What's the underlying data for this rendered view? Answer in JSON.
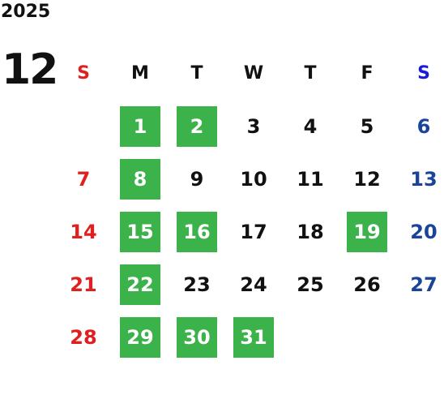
{
  "year": "2025",
  "month": "12",
  "colors": {
    "sunday": "#e02020",
    "saturday": "#1a4499",
    "saturday_header": "#1a1adb",
    "weekday": "#111111",
    "highlight_bg": "#3cb34a",
    "highlight_text": "#ffffff"
  },
  "weekday_headers": [
    "S",
    "M",
    "T",
    "W",
    "T",
    "F",
    "S"
  ],
  "weeks": [
    [
      null,
      {
        "day": "1",
        "highlight": true
      },
      {
        "day": "2",
        "highlight": true
      },
      {
        "day": "3"
      },
      {
        "day": "4"
      },
      {
        "day": "5"
      },
      {
        "day": "6"
      }
    ],
    [
      {
        "day": "7"
      },
      {
        "day": "8",
        "highlight": true
      },
      {
        "day": "9"
      },
      {
        "day": "10"
      },
      {
        "day": "11"
      },
      {
        "day": "12"
      },
      {
        "day": "13"
      }
    ],
    [
      {
        "day": "14"
      },
      {
        "day": "15",
        "highlight": true
      },
      {
        "day": "16",
        "highlight": true
      },
      {
        "day": "17"
      },
      {
        "day": "18"
      },
      {
        "day": "19",
        "highlight": true
      },
      {
        "day": "20"
      }
    ],
    [
      {
        "day": "21"
      },
      {
        "day": "22",
        "highlight": true
      },
      {
        "day": "23"
      },
      {
        "day": "24"
      },
      {
        "day": "25"
      },
      {
        "day": "26"
      },
      {
        "day": "27"
      }
    ],
    [
      {
        "day": "28"
      },
      {
        "day": "29",
        "highlight": true
      },
      {
        "day": "30",
        "highlight": true
      },
      {
        "day": "31",
        "highlight": true
      },
      null,
      null,
      null
    ]
  ]
}
